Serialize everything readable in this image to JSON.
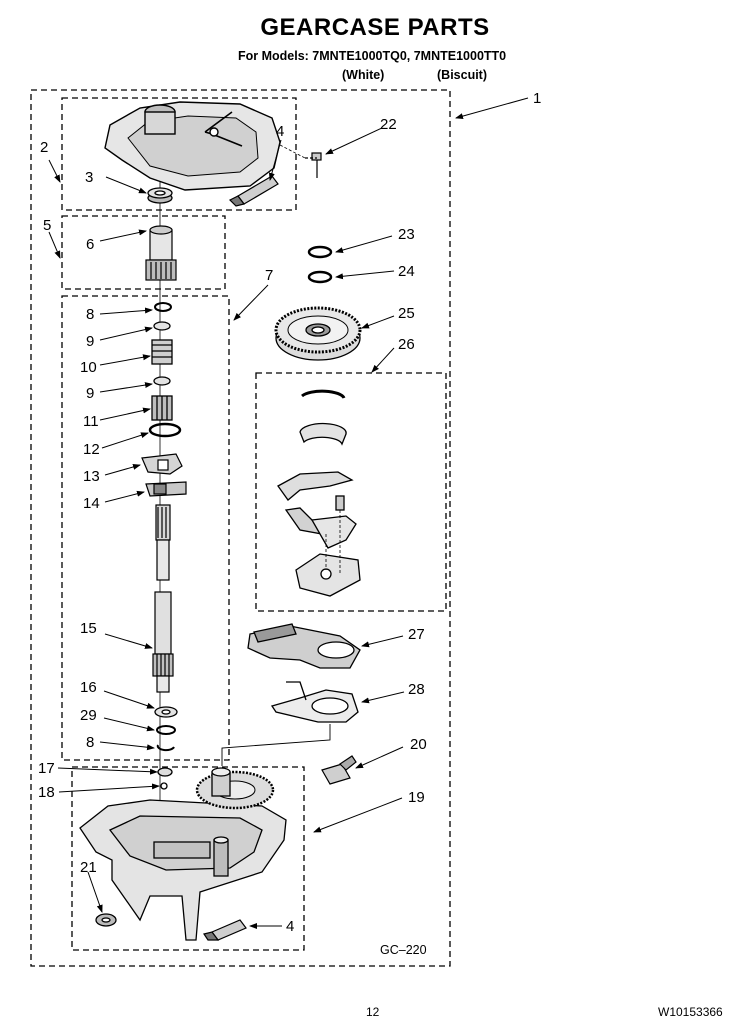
{
  "title": "GEARCASE PARTS",
  "models": "For Models: 7MNTE1000TQ0, 7MNTE1000TT0",
  "variants": [
    "(White)",
    "(Biscuit)"
  ],
  "diagram_code": "GC–220",
  "page_number": "12",
  "doc_number": "W10153366",
  "callouts": {
    "c1": "1",
    "c2": "2",
    "c3": "3",
    "c4a": "4",
    "c4b": "4",
    "c5": "5",
    "c6": "6",
    "c7": "7",
    "c8a": "8",
    "c8b": "8",
    "c9a": "9",
    "c9b": "9",
    "c10": "10",
    "c11": "11",
    "c12": "12",
    "c13": "13",
    "c14": "14",
    "c15": "15",
    "c16": "16",
    "c17": "17",
    "c18": "18",
    "c19": "19",
    "c20": "20",
    "c21": "21",
    "c22": "22",
    "c23": "23",
    "c24": "24",
    "c25": "25",
    "c26": "26",
    "c27": "27",
    "c28": "28",
    "c29": "29"
  }
}
